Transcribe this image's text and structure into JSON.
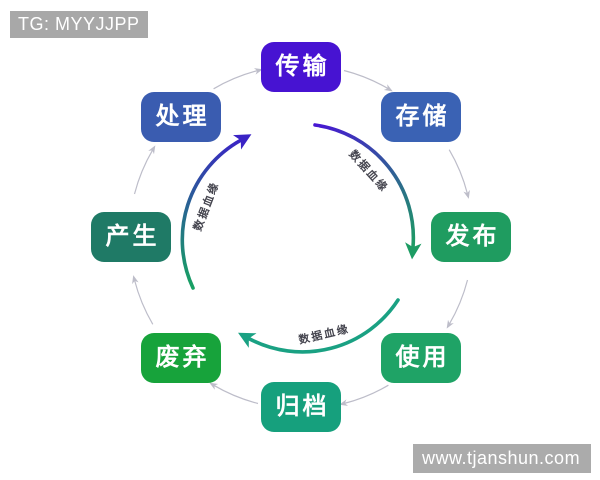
{
  "watermarks": {
    "top_left": "TG: MYYJJPP",
    "bottom_right": "www.tjanshun.com"
  },
  "diagram": {
    "nodes": [
      {
        "label": "传输",
        "color": "#4713d2"
      },
      {
        "label": "存储",
        "color": "#3a62b4"
      },
      {
        "label": "发布",
        "color": "#1f9c60"
      },
      {
        "label": "使用",
        "color": "#1fa366"
      },
      {
        "label": "归档",
        "color": "#16a07d"
      },
      {
        "label": "废弃",
        "color": "#17a33b"
      },
      {
        "label": "产生",
        "color": "#1f7a66"
      },
      {
        "label": "处理",
        "color": "#3a5cb0"
      }
    ],
    "connector_color": "#b6b6c4",
    "flow_arrows": [
      {
        "label": "数据血缘",
        "color_from": "#4716d3",
        "color_to": "#1d9c63"
      },
      {
        "label": "数据血缘",
        "color": "#1aa183"
      },
      {
        "label": "数据血缘",
        "color_from": "#18a163",
        "color_to": "#3a23c5"
      }
    ],
    "flow_label_color": "#45454f"
  }
}
